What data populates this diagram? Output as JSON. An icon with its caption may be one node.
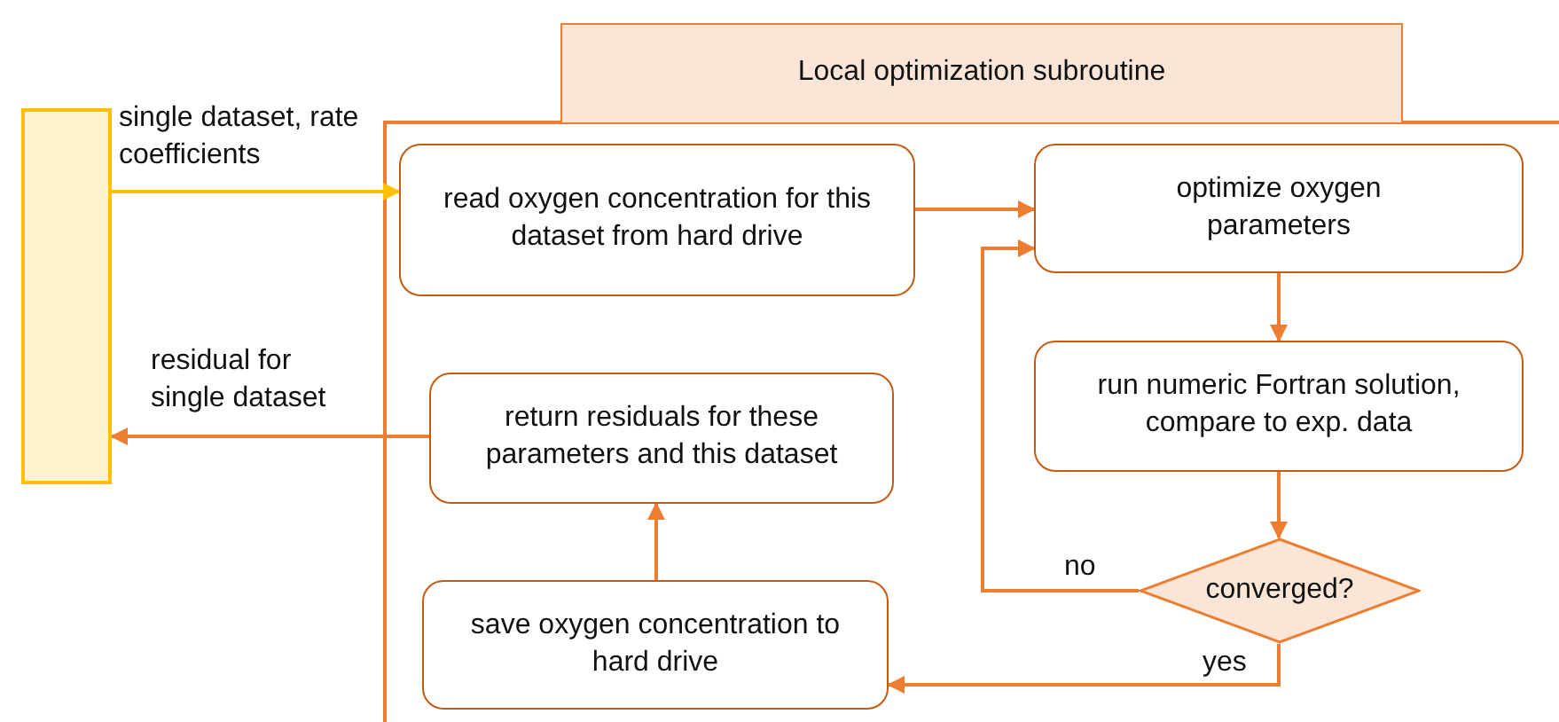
{
  "diagram": {
    "nodes": [
      {
        "text": [],
        "shape": "box"
      },
      {
        "text": [
          "Local optimization subroutine"
        ]
      },
      {
        "text": [
          "read oxygen concentration for this dataset from hard drive"
        ]
      },
      {
        "text": [
          "optimize oxygen parameters"
        ]
      },
      {
        "text": [
          "run numeric Fortran solution, compare to exp. data"
        ]
      },
      {
        "text": [
          "converged?"
        ]
      },
      {
        "text": [
          "return residuals for these parameters and this dataset"
        ]
      },
      {
        "text": [
          "save oxygen concentration to hard drive"
        ]
      }
    ],
    "edges": [
      {
        "from": 0,
        "to": 2,
        "arrow": "to",
        "label": "single dataset, rate coefficients",
        "color": "#ffc000"
      },
      {
        "from": 2,
        "to": 3,
        "arrow": "to"
      },
      {
        "from": 3,
        "to": 4,
        "arrow": "to"
      },
      {
        "from": 4,
        "to": 5,
        "arrow": "to"
      },
      {
        "from": 5,
        "to": 3,
        "arrow": "to",
        "label": "no"
      },
      {
        "from": 5,
        "to": 7,
        "arrow": "to",
        "label": "yes"
      },
      {
        "from": 7,
        "to": 6,
        "arrow": "to"
      },
      {
        "from": 6,
        "to": 0,
        "arrow": "to",
        "label": "residual for single dataset"
      }
    ]
  }
}
